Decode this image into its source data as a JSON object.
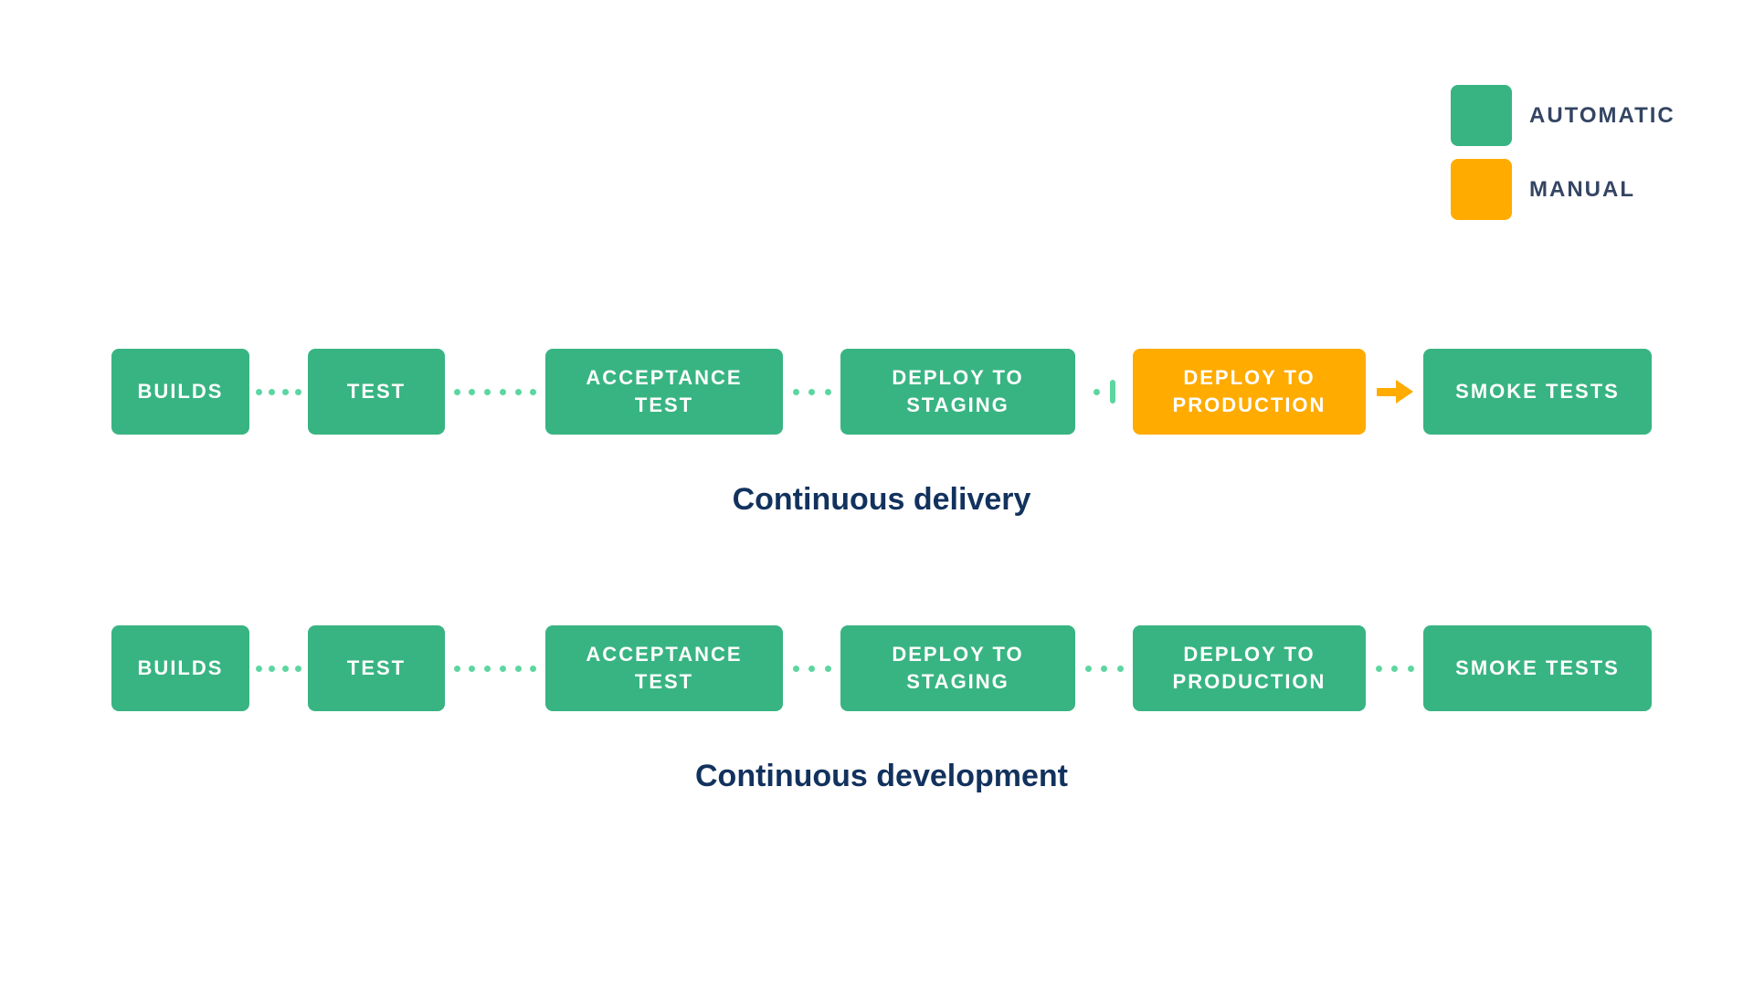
{
  "legend": {
    "items": [
      {
        "id": "automatic",
        "label": "AUTOMATIC",
        "swatch_color": "#38B482"
      },
      {
        "id": "manual",
        "label": "MANUAL",
        "swatch_color": "#FFAB00"
      }
    ]
  },
  "colors": {
    "automatic": "#38B482",
    "manual": "#FFAB00",
    "connector": "#5CD6A1",
    "legend_text": "#344563",
    "caption_text": "#12325E"
  },
  "pipelines": [
    {
      "caption": "Continuous delivery",
      "stages": [
        {
          "label": "BUILDS",
          "type": "automatic"
        },
        {
          "label": "TEST",
          "type": "automatic"
        },
        {
          "label": "ACCEPTANCE TEST",
          "type": "automatic"
        },
        {
          "label": "DEPLOY TO STAGING",
          "type": "automatic"
        },
        {
          "label": "DEPLOY TO PRODUCTION",
          "type": "manual"
        },
        {
          "label": "SMOKE TESTS",
          "type": "automatic"
        }
      ],
      "connectors": [
        "dots4",
        "dots6",
        "dots3",
        "gate",
        "arrow"
      ]
    },
    {
      "caption": "Continuous development",
      "stages": [
        {
          "label": "BUILDS",
          "type": "automatic"
        },
        {
          "label": "TEST",
          "type": "automatic"
        },
        {
          "label": "ACCEPTANCE TEST",
          "type": "automatic"
        },
        {
          "label": "DEPLOY TO STAGING",
          "type": "automatic"
        },
        {
          "label": "DEPLOY TO PRODUCTION",
          "type": "automatic"
        },
        {
          "label": "SMOKE TESTS",
          "type": "automatic"
        }
      ],
      "connectors": [
        "dots4",
        "dots6",
        "dots3",
        "dots3",
        "dots3"
      ]
    }
  ]
}
